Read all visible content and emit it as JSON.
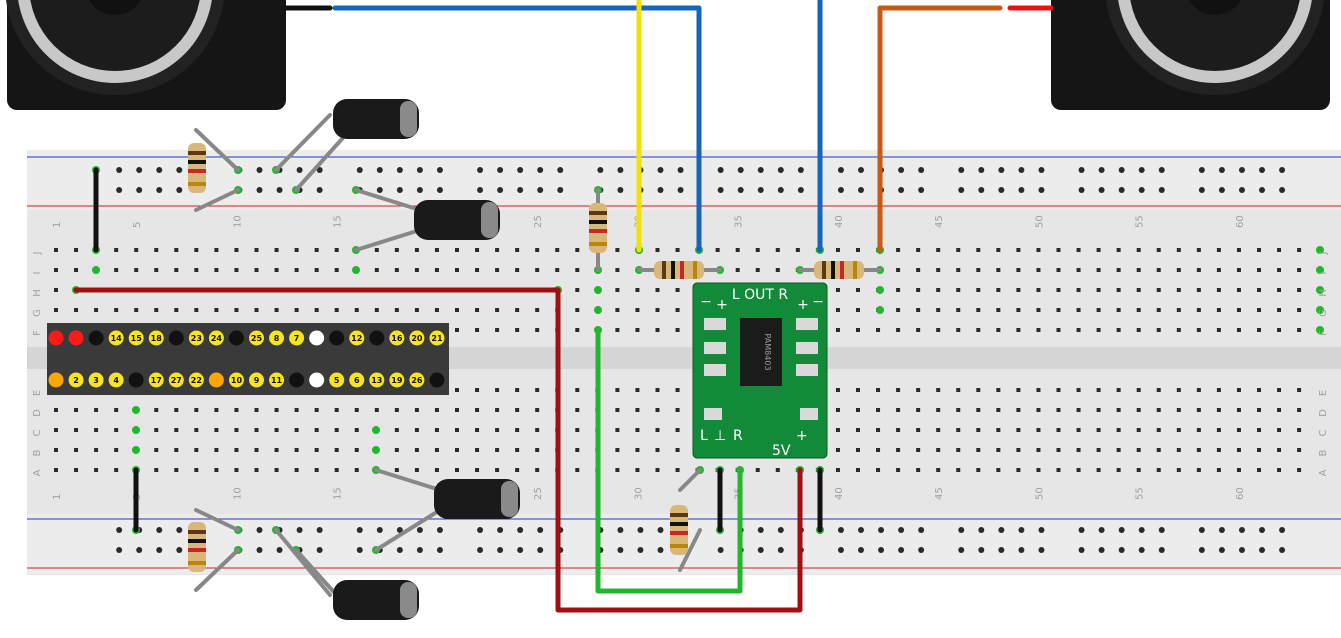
{
  "breadboard": {
    "column_numbers": [
      "1",
      "5",
      "10",
      "15",
      "20",
      "25",
      "30",
      "35",
      "40",
      "45",
      "50",
      "55",
      "60"
    ],
    "row_letters_top": [
      "J",
      "I",
      "H",
      "G",
      "F"
    ],
    "row_letters_bottom": [
      "E",
      "D",
      "C",
      "B",
      "A"
    ],
    "num_columns": 63
  },
  "pi_header": {
    "top_row": [
      "",
      "",
      "",
      "14",
      "15",
      "18",
      "",
      "23",
      "24",
      "",
      "25",
      "8",
      "7",
      "",
      "",
      "12",
      "",
      "16",
      "20",
      "21"
    ],
    "bottom_row": [
      "",
      "2",
      "3",
      "4",
      "",
      "17",
      "27",
      "22",
      "",
      "10",
      "9",
      "11",
      "",
      "",
      "5",
      "6",
      "13",
      "19",
      "26",
      ""
    ]
  },
  "amp_module": {
    "out_label": "L OUT R",
    "chip_text": "PAM8403",
    "in_labels": [
      "L",
      "⊥",
      "R"
    ],
    "power_label": "5V",
    "plus": "+",
    "minus": "−"
  },
  "colors": {
    "blue_wire": "#1565c0",
    "yellow_wire": "#f2e200",
    "orange_wire": "#c85a12",
    "red_wire": "#a01010",
    "green_wire": "#22b52e",
    "black_wire": "#111111",
    "pcb": "#128a3a"
  },
  "icons": [
    "speaker-left-icon",
    "speaker-right-icon",
    "capacitor-icon",
    "resistor-icon"
  ]
}
